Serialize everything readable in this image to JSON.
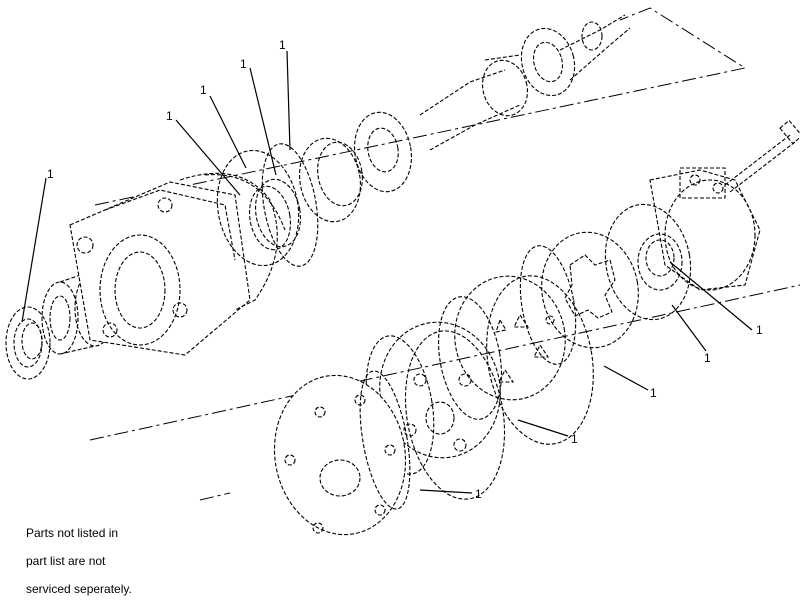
{
  "callouts": [
    "1",
    "1",
    "1",
    "1",
    "1",
    "1",
    "1",
    "1",
    "1",
    "1"
  ],
  "note": {
    "line1": "Parts not listed in",
    "line2": "part list are not",
    "line3": "serviced seperately."
  }
}
